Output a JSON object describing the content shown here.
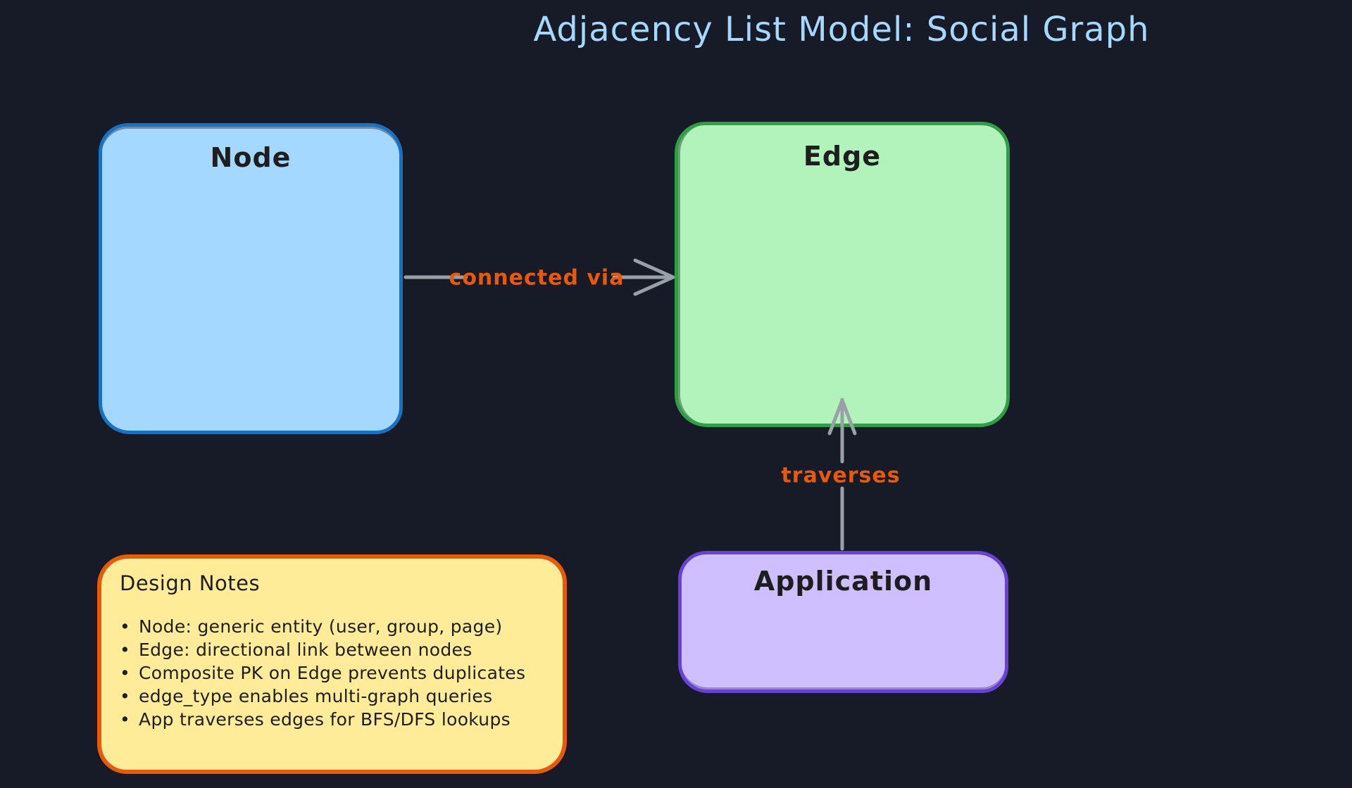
{
  "title": "Adjacency List Model: Social Graph",
  "entities": {
    "node": {
      "label": "Node"
    },
    "edge": {
      "label": "Edge"
    },
    "application": {
      "label": "Application"
    }
  },
  "connections": {
    "node_edge": {
      "label": "connected via",
      "from": "Node",
      "to": "Edge"
    },
    "app_edge": {
      "label": "traverses",
      "from": "Application",
      "to": "Edge"
    }
  },
  "notes": {
    "title": "Design Notes",
    "bullet_char": "•",
    "items": [
      "Node: generic entity (user, group, page)",
      "Edge: directional link between nodes",
      "Composite PK on Edge prevents duplicates",
      "edge_type enables multi-graph queries",
      "App traverses edges for BFS/DFS lookups"
    ]
  },
  "colors": {
    "background": "#171a27",
    "title_text": "#a5d8ff",
    "node_fill": "#a5d8ff",
    "node_stroke": "#1971c2",
    "edge_fill": "#b2f2bb",
    "edge_stroke": "#2f9e44",
    "application_fill": "#d0bfff",
    "application_stroke": "#6741d9",
    "notes_fill": "#ffec99",
    "notes_stroke": "#e8590c",
    "connector_label_text": "#e8590c",
    "arrow_stroke": "#9aa0a8",
    "shape_text": "#1e1e1e"
  }
}
